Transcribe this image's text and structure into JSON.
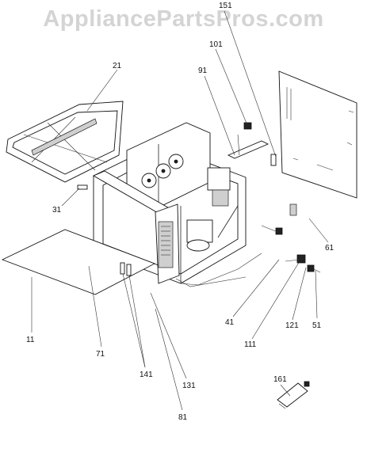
{
  "watermark": "AppliancePartsPros.com",
  "callouts": [
    {
      "id": "151",
      "label": "151"
    },
    {
      "id": "101",
      "label": "101"
    },
    {
      "id": "91",
      "label": "91"
    },
    {
      "id": "21",
      "label": "21"
    },
    {
      "id": "31",
      "label": "31"
    },
    {
      "id": "61",
      "label": "61"
    },
    {
      "id": "41",
      "label": "41"
    },
    {
      "id": "121",
      "label": "121"
    },
    {
      "id": "51",
      "label": "51"
    },
    {
      "id": "111",
      "label": "111"
    },
    {
      "id": "11",
      "label": "11"
    },
    {
      "id": "71",
      "label": "71"
    },
    {
      "id": "141",
      "label": "141"
    },
    {
      "id": "131",
      "label": "131"
    },
    {
      "id": "81",
      "label": "81"
    },
    {
      "id": "161",
      "label": "161"
    }
  ]
}
